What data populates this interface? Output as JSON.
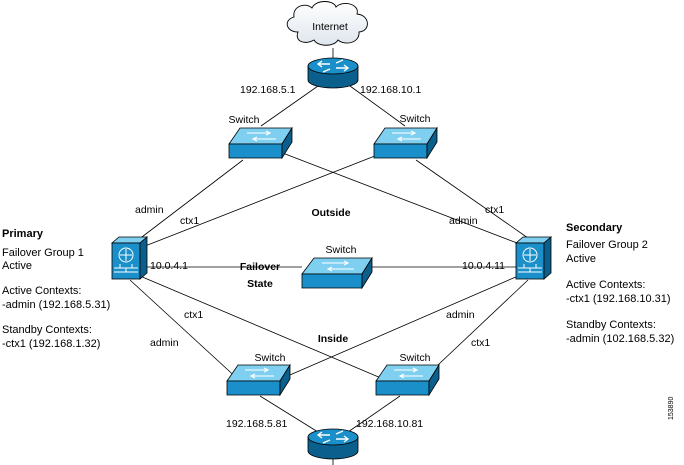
{
  "internet_label": "Internet",
  "switch_label": "Switch",
  "zones": {
    "outside": "Outside",
    "inside": "Inside",
    "failover": "Failover",
    "state": "State"
  },
  "addresses": {
    "top_left": "192.168.5.1",
    "top_right": "192.168.10.1",
    "bottom_left": "192.168.5.81",
    "bottom_right": "192.168.10.81",
    "failover_left": "10.0.4.1",
    "failover_right": "10.0.4.11"
  },
  "links": {
    "admin": "admin",
    "ctx1": "ctx1"
  },
  "primary": {
    "title": "Primary",
    "group": "Failover Group 1",
    "status": "Active",
    "active_heading": "Active Contexts:",
    "active_item": "-admin (192.168.5.31)",
    "standby_heading": "Standby Contexts:",
    "standby_item": "-ctx1 (192.168.1.32)"
  },
  "secondary": {
    "title": "Secondary",
    "group": "Failover Group 2",
    "status": "Active",
    "active_heading": "Active Contexts:",
    "active_item": "-ctx1 (192.168.10.31)",
    "standby_heading": "Standby Contexts:",
    "standby_item": "-admin (102.168.5.32)"
  },
  "figure_id": "153890",
  "colors": {
    "device_blue": "#1a8fc9",
    "device_dark": "#0b5f8c",
    "device_light": "#7fd0f0",
    "line": "#000000"
  }
}
